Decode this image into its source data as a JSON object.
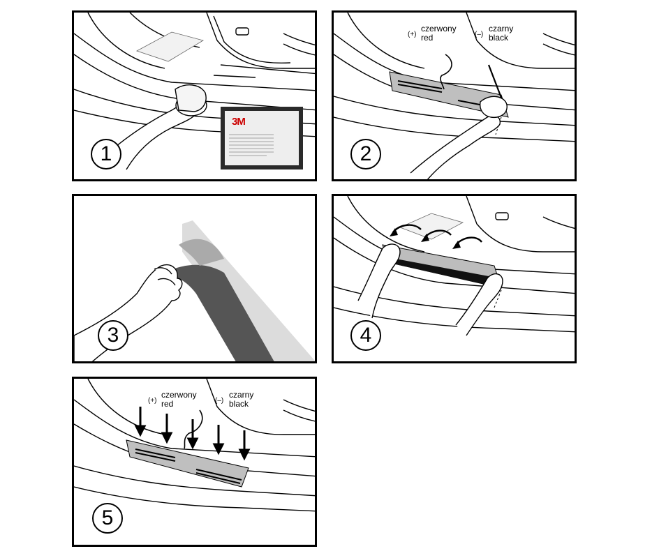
{
  "steps": [
    {
      "number": "1"
    },
    {
      "number": "2",
      "plus_label": "(+)",
      "plus_pl": "czerwony",
      "plus_en": "red",
      "minus_label": "(–)",
      "minus_pl": "czarny",
      "minus_en": "black"
    },
    {
      "number": "3"
    },
    {
      "number": "4"
    },
    {
      "number": "5",
      "plus_label": "(+)",
      "plus_pl": "czerwony",
      "plus_en": "red",
      "minus_label": "(–)",
      "minus_pl": "czarny",
      "minus_en": "black"
    }
  ],
  "wipe_package": {
    "brand": "3M"
  }
}
